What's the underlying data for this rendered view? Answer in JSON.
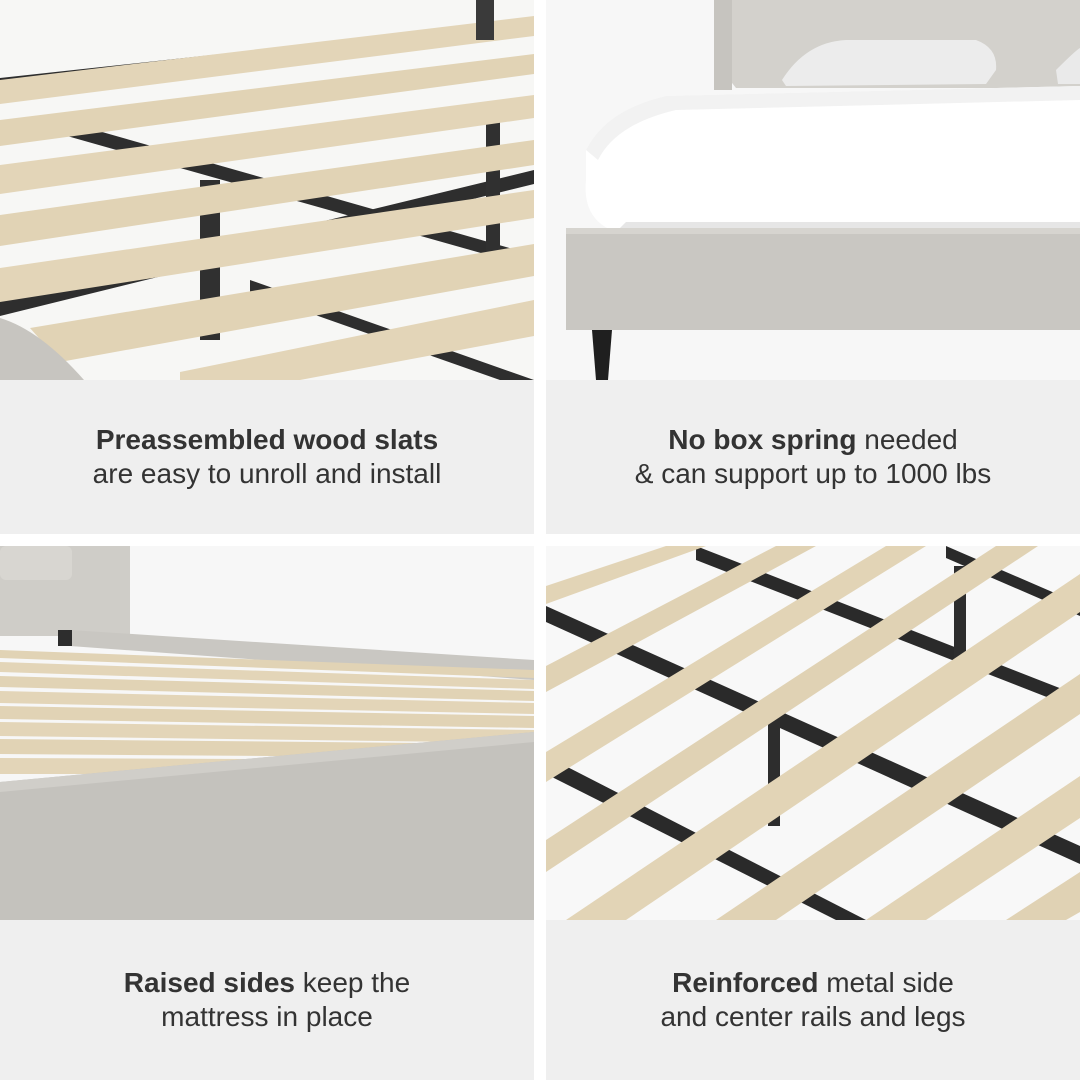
{
  "tiles": [
    {
      "bold": "Preassembled wood slats",
      "rest": "",
      "line2": "are easy to unroll and install"
    },
    {
      "bold": "No box spring",
      "rest": " needed",
      "line2": "& can support up to 1000 lbs"
    },
    {
      "bold": "Raised sides",
      "rest": " keep the",
      "line2": "mattress in place"
    },
    {
      "bold": "Reinforced",
      "rest": " metal side",
      "line2": "and center rails and legs"
    }
  ],
  "colors": {
    "caption_bg": "#efefef",
    "caption_text": "#333333",
    "wood_slat": "#e2d4b6",
    "metal_rail": "#2c2c2c",
    "upholstery": "#c9c7c2",
    "linen": "#ffffff"
  }
}
